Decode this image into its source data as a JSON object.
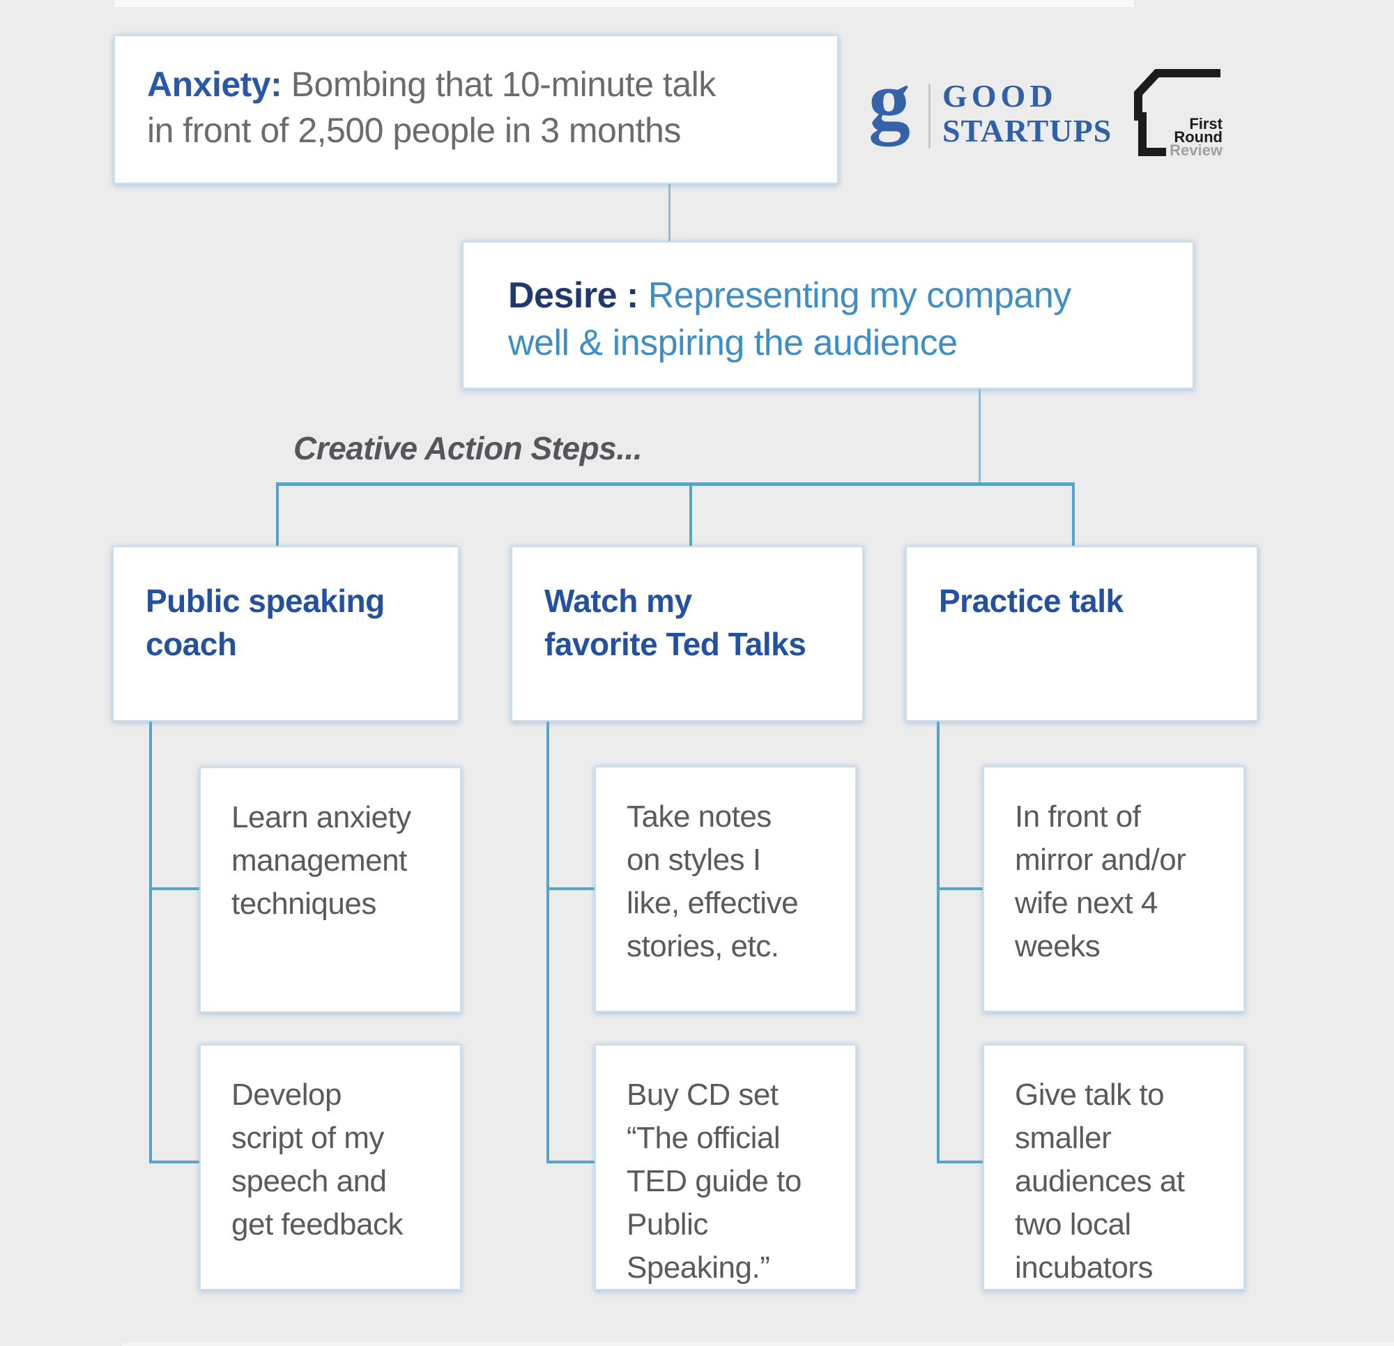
{
  "diagram": {
    "anxiety": {
      "label": "Anxiety:",
      "text": "Bombing that 10-minute talk\nin front of 2,500 people in 3 months"
    },
    "desire": {
      "label": "Desire :",
      "text": "Representing my company\nwell & inspiring the audience"
    },
    "section_label": "Creative Action Steps...",
    "columns": [
      {
        "title": "Public speaking\ncoach",
        "steps": [
          "Learn anxiety\nmanagement\ntechniques",
          "Develop\nscript of my\nspeech and\nget feedback"
        ]
      },
      {
        "title": "Watch my\nfavorite Ted Talks",
        "steps": [
          "Take notes\non styles I\nlike, effective\nstories, etc.",
          "Buy CD set\n“The official\nTED guide to\nPublic\nSpeaking.”"
        ]
      },
      {
        "title": "Practice talk",
        "steps": [
          "In front of\nmirror and/or\nwife next 4\nweeks",
          "Give talk to\nsmaller\naudiences at\ntwo local\nincubators"
        ]
      }
    ]
  },
  "branding": {
    "good_startups": {
      "monogram": "g",
      "name_line1": "GOOD",
      "name_line2": "STARTUPS"
    },
    "first_round": {
      "line1": "First",
      "line2": "Round",
      "line3": "Review"
    }
  },
  "colors": {
    "background": "#ececed",
    "box_fill": "#ffffff",
    "box_border": "#c9dfee",
    "connector_blue": "#57a2c9",
    "connector_light_blue": "#8ebcd8",
    "anxiety_label_blue": "#2b57a7",
    "body_text_gray": "#6a6b6e",
    "desire_label_navy": "#21386f",
    "desire_text_blue": "#3e8ec6",
    "column_heading_navy": "#2450a0",
    "step_text_gray": "#595a5e",
    "section_label_gray": "#55565b",
    "good_startups_blue": "#3060a8",
    "first_round_black": "#1b1c1e",
    "first_round_review_gray": "#a0a1a3"
  }
}
